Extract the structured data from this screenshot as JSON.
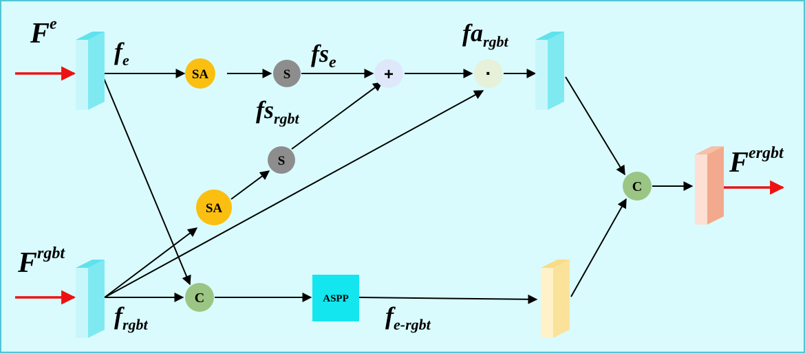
{
  "colors": {
    "background": "#d9fbfd",
    "border": "#4fc7d6",
    "arrow": "#000000",
    "io_arrow": "#ee1111",
    "sa": "#fbbf12",
    "s": "#8d8d8d",
    "plus": "#dfe8fb",
    "dot": "#e7f0d9",
    "concat": "#9bc584",
    "aspp": "#13e6ef",
    "feat_cyan": "#c8f7fb",
    "feat_cyan_dark": "#5fe2ee",
    "feat_yellow": "#fff2c8",
    "feat_yellow_dark": "#fadb86",
    "feat_peach": "#fde0d3",
    "feat_peach_dark": "#f3a98d"
  },
  "labels": {
    "F_e": {
      "base": "F",
      "sup": "e"
    },
    "F_rgbt": {
      "base": "F",
      "sup": "rgbt"
    },
    "F_ergbt": {
      "base": "F",
      "sup": "ergbt"
    },
    "f_e": {
      "base": "f",
      "sub": "e"
    },
    "f_rgbt": {
      "base": "f",
      "sub": "rgbt"
    },
    "fs_e": {
      "base": "fs",
      "sub": "e"
    },
    "fs_rgbt": {
      "base": "fs",
      "sub": "rgbt"
    },
    "fa_rgbt": {
      "base": "fa",
      "sub": "rgbt"
    },
    "f_e_rgbt": {
      "base": "f",
      "sub": "e-rgbt"
    }
  },
  "nodes": {
    "sa_top": "SA",
    "s_top": "S",
    "plus": "+",
    "dot": "·",
    "s_mid": "S",
    "sa_bottom": "SA",
    "concat_bottom": "C",
    "aspp": "ASPP",
    "concat_right": "C"
  }
}
